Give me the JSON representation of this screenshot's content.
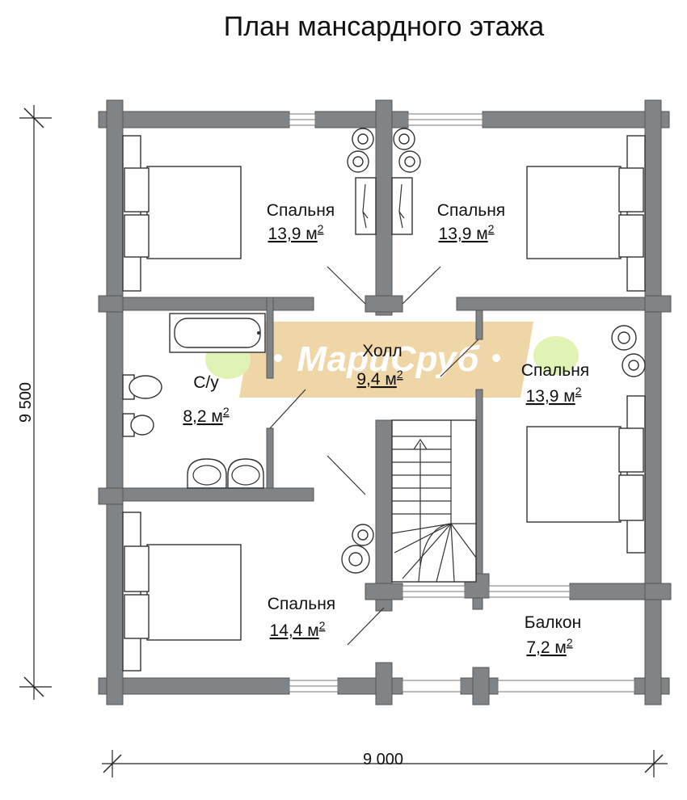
{
  "title": "План мансардного этажа",
  "rooms": [
    {
      "name": "Спальня",
      "area": "13,9 м",
      "sup": "2"
    },
    {
      "name": "Спальня",
      "area": "13,9 м",
      "sup": "2"
    },
    {
      "name": "С/у",
      "area": "8,2 м",
      "sup": "2"
    },
    {
      "name": "Холл",
      "area": "9,4 м",
      "sup": "2"
    },
    {
      "name": "Спальня",
      "area": "13,9 м",
      "sup": "2"
    },
    {
      "name": "Спальня",
      "area": "14,4 м",
      "sup": "2"
    },
    {
      "name": "Балкон",
      "area": "7,2 м",
      "sup": "2"
    }
  ],
  "dimensions": {
    "width": "9 000",
    "height": "9 500"
  },
  "watermark": "МариСруб",
  "colors": {
    "wall": "#818487",
    "watermark": "#e9c98a"
  }
}
